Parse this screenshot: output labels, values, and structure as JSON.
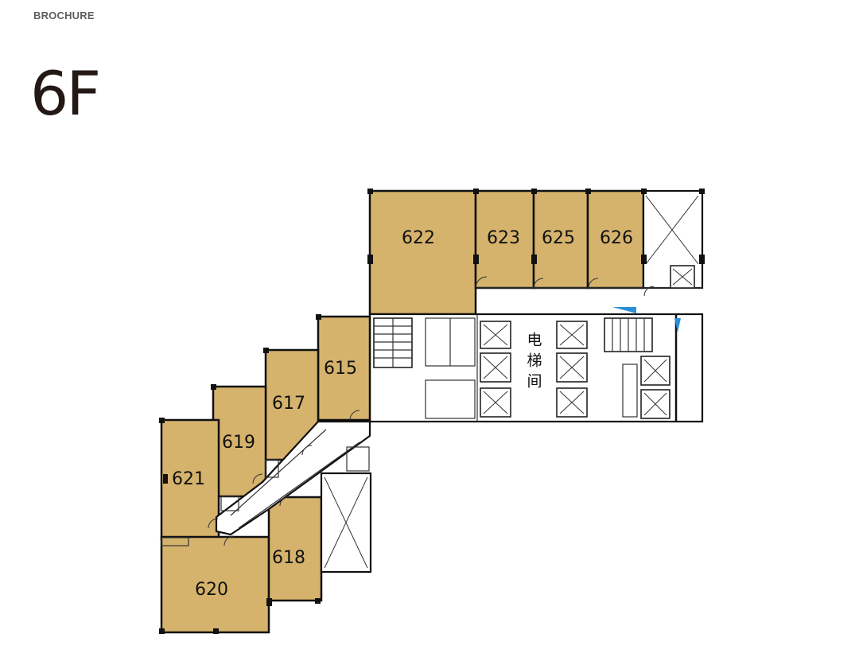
{
  "header": {
    "brochure_label": "BROCHURE",
    "floor_title": "6F"
  },
  "units": {
    "u622": "622",
    "u623": "623",
    "u625": "625",
    "u626": "626",
    "u615": "615",
    "u617": "617",
    "u619": "619",
    "u621": "621",
    "u618": "618",
    "u620": "620"
  },
  "lobby": {
    "line1": "电",
    "line2": "梯",
    "line3": "间"
  },
  "colors": {
    "unit_fill": "#d6b36c",
    "wall": "#111111",
    "accent_blue": "#2a8fd6"
  }
}
